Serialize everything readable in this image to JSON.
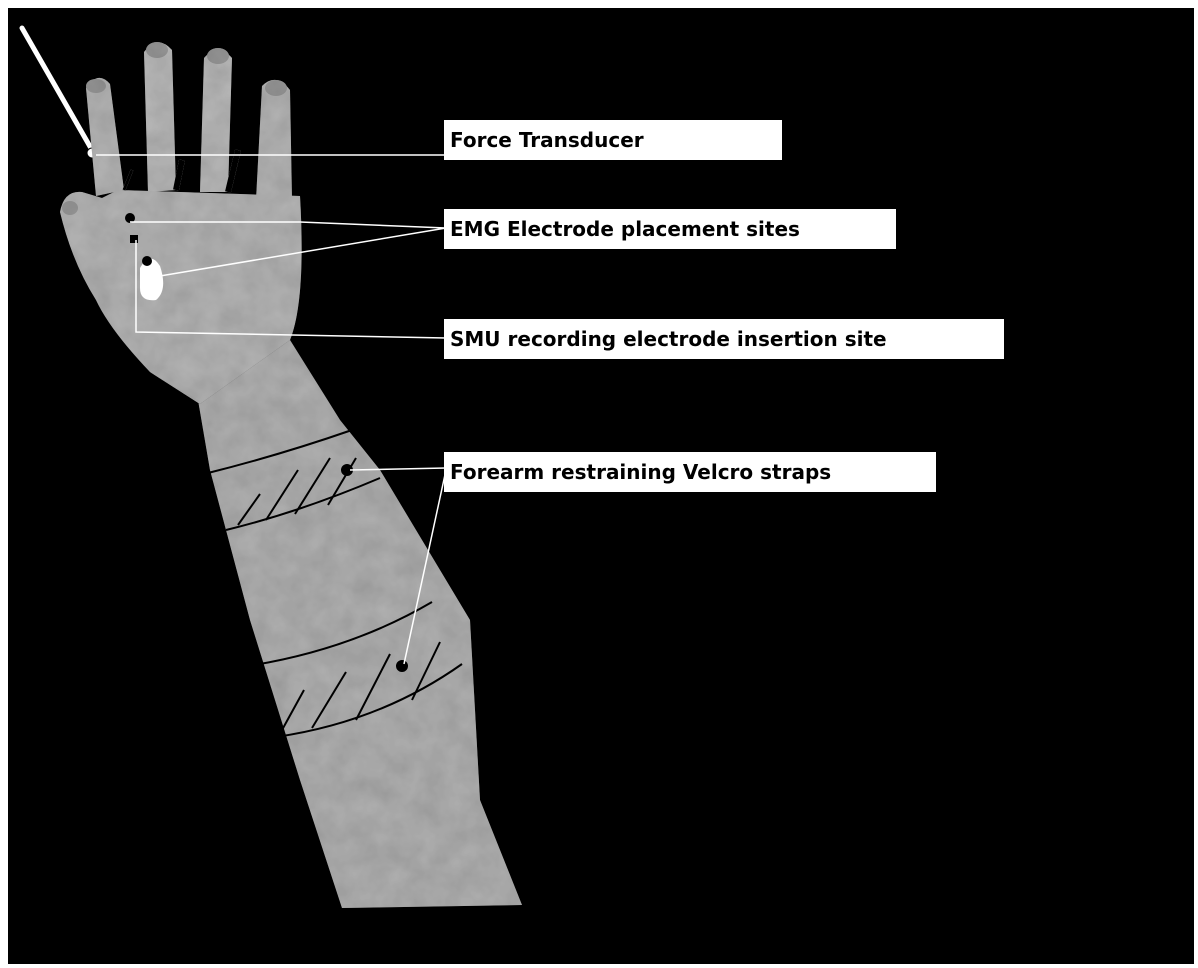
{
  "diagram": {
    "labels": {
      "force_transducer": "Force Transducer",
      "emg_electrodes": "EMG Electrode placement sites",
      "smu_electrode": "SMU recording electrode insertion site",
      "velcro_straps": "Forearm restraining Velcro straps"
    },
    "colors": {
      "background": "#000000",
      "label_box": "#ffffff",
      "skin": "#b8b8b8",
      "skin_shadow": "#9a9a9a",
      "leader_lines": "#ffffff",
      "strap_lines": "#000000"
    }
  }
}
